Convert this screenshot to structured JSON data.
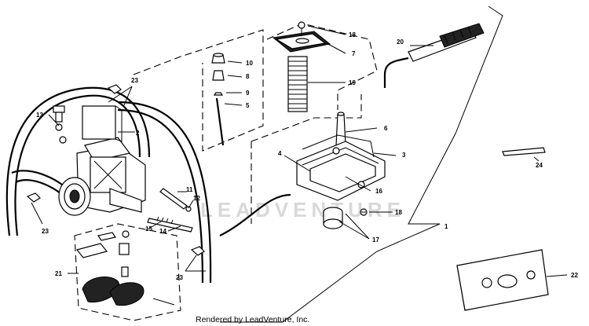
{
  "diagram": {
    "callouts": {
      "c1": "1",
      "c2": "2",
      "c3": "3",
      "c4": "4",
      "c5": "5",
      "c6": "6",
      "c7": "7",
      "c8": "8",
      "c9": "9",
      "c10": "10",
      "c11": "11",
      "c12": "12",
      "c13": "13",
      "c14": "14",
      "c15": "15",
      "c16": "16",
      "c17": "17",
      "c18a": "18",
      "c18b": "18",
      "c19": "19",
      "c20": "20",
      "c21": "21",
      "c22": "22",
      "c23a": "23",
      "c23b": "23",
      "c23c": "23",
      "c24": "24"
    },
    "watermark": "LEADVENTURE",
    "footer": "Rendered by LeadVenture, Inc."
  }
}
